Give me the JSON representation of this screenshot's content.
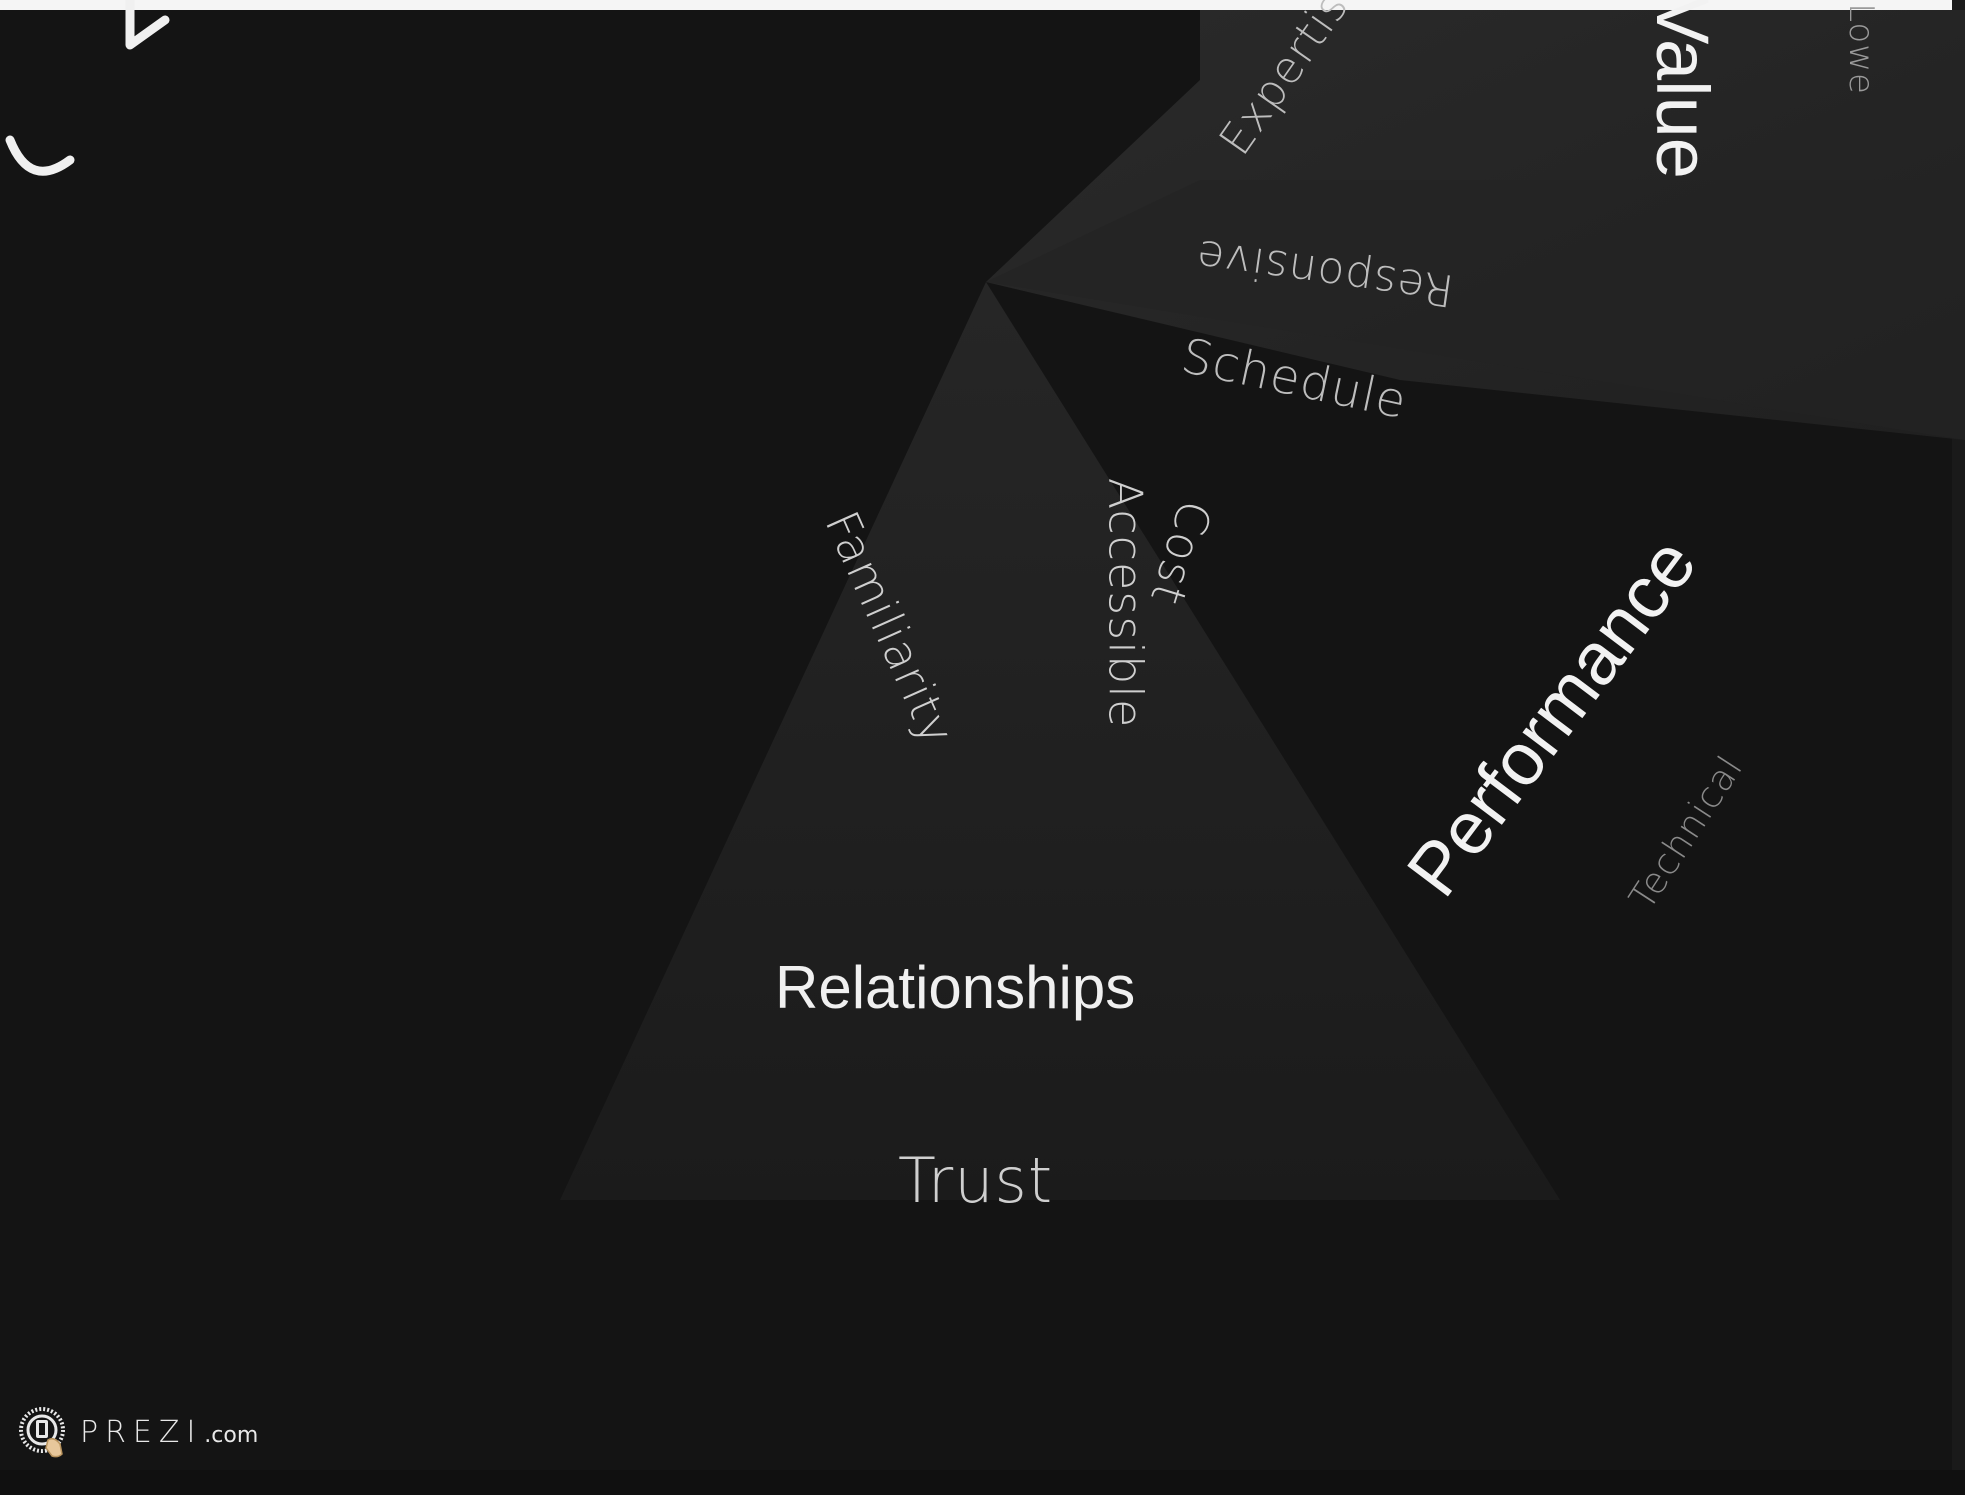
{
  "slide": {
    "words": {
      "expertise": "Expertise",
      "value": "Value",
      "lowest": "Lowe",
      "responsive": "Responsive",
      "schedule": "Schedule",
      "familiarity": "Familiarity",
      "accessible": "Accessible",
      "cost": "Cost",
      "performance": "Performance",
      "technical": "Technical",
      "relationships": "Relationships",
      "trust": "Trust"
    }
  },
  "branding": {
    "logo_word": "PREZI",
    "logo_suffix": ".com",
    "logo_icon": "prezi-logo-icon"
  },
  "colors": {
    "background": "#141414",
    "text": "#e0e0e0",
    "muted_text": "#8a8a8a"
  }
}
